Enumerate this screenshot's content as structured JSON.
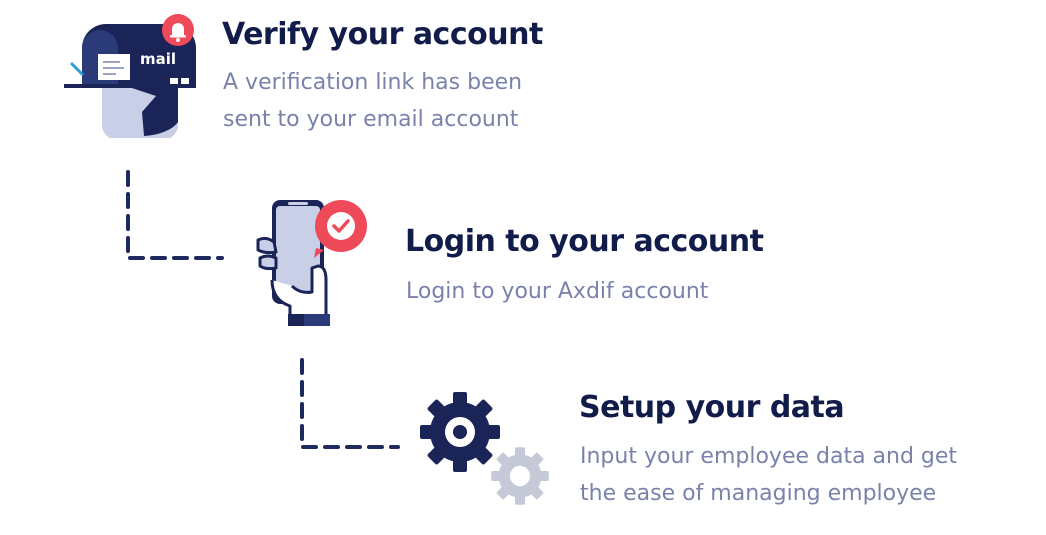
{
  "steps": [
    {
      "title": "Verify your account",
      "description": [
        "A verification link has been",
        "sent to your email account"
      ],
      "icon": "mailbox-icon",
      "badge_icon": "bell-icon",
      "mailbox_label": "mail"
    },
    {
      "title": "Login to your account",
      "description": [
        "Login to your Axdif account"
      ],
      "icon": "phone-in-hand-icon",
      "badge_icon": "check-icon"
    },
    {
      "title": "Setup your data",
      "description": [
        "Input your employee data and get",
        "the ease of managing employee"
      ],
      "icon": "gears-icon"
    }
  ],
  "colors": {
    "navy": "#1a2456",
    "muted": "#7a82ab",
    "accent_red": "#ef4a5a",
    "light_blue": "#c9cfe6",
    "grey": "#c6cad8"
  }
}
